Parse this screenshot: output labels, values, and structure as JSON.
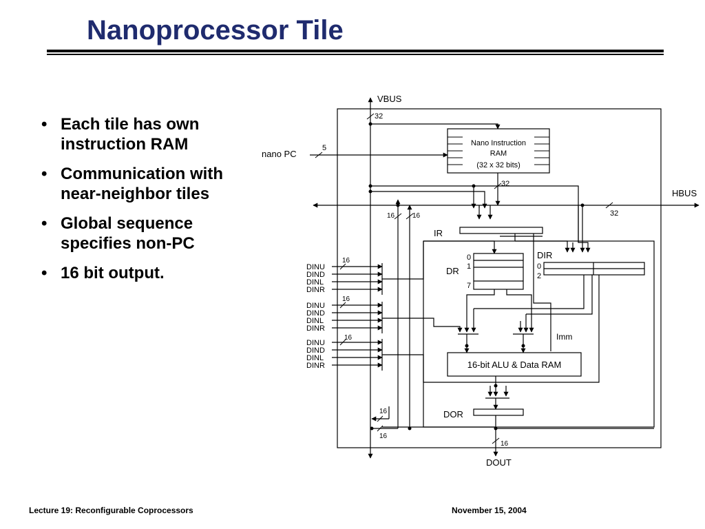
{
  "slide": {
    "title": "Nanoprocessor Tile",
    "bullets": [
      "Each tile has own instruction RAM",
      "Communication with near-neighbor tiles",
      "Global sequence specifies non-PC",
      "16 bit output."
    ],
    "footer_left": "Lecture 19: Reconfigurable Coprocessors",
    "footer_right": "November 15, 2004"
  },
  "diagram": {
    "vbus": "VBUS",
    "hbus": "HBUS",
    "nano_pc": "nano PC",
    "nano_ram_line1": "Nano Instruction",
    "nano_ram_line2": "RAM",
    "nano_ram_line3": "(32 x 32 bits)",
    "ir": "IR",
    "dr": "DR",
    "dr_rows": [
      "0",
      "1",
      "7"
    ],
    "dir": "DIR",
    "dir_rows": [
      "0",
      "2"
    ],
    "imm": "Imm",
    "alu": "16-bit ALU & Data RAM",
    "dor": "DOR",
    "dout": "DOUT",
    "din_labels": [
      "DINU",
      "DIND",
      "DINL",
      "DINR"
    ],
    "widths": {
      "vbus": "32",
      "nano_pc": "5",
      "ram_out": "32",
      "hbus": "32",
      "bus_left": "16",
      "bus_right": "16",
      "din": "16",
      "fb_top": "16",
      "fb_bottom": "16",
      "dout": "16"
    }
  }
}
